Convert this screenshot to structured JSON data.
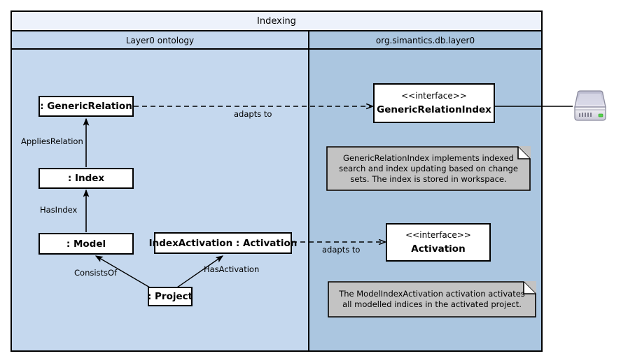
{
  "diagram": {
    "title": "Indexing",
    "columns": [
      {
        "id": "left",
        "label": "Layer0 ontology"
      },
      {
        "id": "right",
        "label": "org.simantics.db.layer0"
      }
    ],
    "colors": {
      "title_bg": "#edf2fb",
      "left_bg": "#c5d8ee",
      "right_bg": "#abc6e0",
      "node_bg": "#ffffff",
      "note_bg": "#c3c3c3",
      "stroke": "#000000"
    },
    "nodes": [
      {
        "id": "generic-relation",
        "name": ": GenericRelation",
        "stereotype": ""
      },
      {
        "id": "index",
        "name": ": Index",
        "stereotype": ""
      },
      {
        "id": "model",
        "name": ": Model",
        "stereotype": ""
      },
      {
        "id": "index-activation",
        "name": "IndexActivation : Activation",
        "stereotype": ""
      },
      {
        "id": "project",
        "name": ": Project",
        "stereotype": ""
      },
      {
        "id": "generic-relation-index",
        "name": "GenericRelationIndex",
        "stereotype": "<<interface>>"
      },
      {
        "id": "activation",
        "name": "Activation",
        "stereotype": "<<interface>>"
      }
    ],
    "edges": [
      {
        "id": "applies-relation",
        "label": "AppliesRelation",
        "from": "index",
        "to": "generic-relation",
        "style": "solid-arrow"
      },
      {
        "id": "has-index",
        "label": "HasIndex",
        "from": "model",
        "to": "index",
        "style": "solid-arrow"
      },
      {
        "id": "consists-of",
        "label": "ConsistsOf",
        "from": "project",
        "to": "model",
        "style": "solid-arrow"
      },
      {
        "id": "has-activation",
        "label": "HasActivation",
        "from": "project",
        "to": "index-activation",
        "style": "solid-arrow"
      },
      {
        "id": "adapts-to-1",
        "label": "adapts to",
        "from": "generic-relation",
        "to": "generic-relation-index",
        "style": "dashed-arrow"
      },
      {
        "id": "adapts-to-2",
        "label": "adapts to",
        "from": "index-activation",
        "to": "activation",
        "style": "dashed-arrow"
      },
      {
        "id": "storage-link",
        "label": "",
        "from": "generic-relation-index",
        "to": "storage-drive",
        "style": "solid-plain"
      }
    ],
    "notes": [
      {
        "id": "note-generic-relation-index",
        "text": "GenericRelationIndex implements indexed search and index updating based on change sets. The index is stored in workspace."
      },
      {
        "id": "note-model-index-activation",
        "text": "The ModelIndexActivation activation activates all modelled indices in the activated project."
      }
    ],
    "icons": [
      {
        "id": "storage-drive",
        "name": "external-hard-drive-icon"
      }
    ]
  }
}
